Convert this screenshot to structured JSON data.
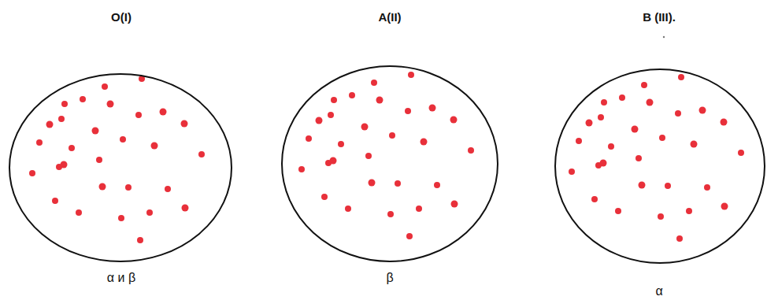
{
  "diagram": {
    "nodes": [
      {
        "text": [
          "O(I)",
          "α и β"
        ]
      },
      {
        "text": [
          "A(II)",
          "β"
        ]
      },
      {
        "text": [
          "B (III).",
          "α"
        ]
      }
    ]
  }
}
